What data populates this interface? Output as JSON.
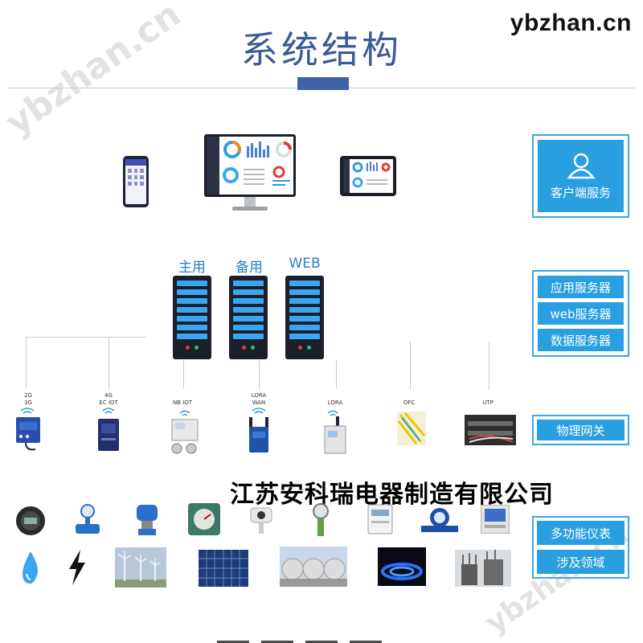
{
  "brand": "ybzhan.cn",
  "watermark": "ybzhan.cn",
  "title": "系统结构",
  "client_layer": {
    "label": "客户端服务",
    "icon": "user-icon"
  },
  "servers": [
    {
      "label": "主用"
    },
    {
      "label": "备用"
    },
    {
      "label": "WEB"
    }
  ],
  "server_layer": {
    "items": [
      "应用服务器",
      "web服务器",
      "数据服务器"
    ]
  },
  "gateways": [
    {
      "label_line1": "2G",
      "label_line2": "3G"
    },
    {
      "label_line1": "4G",
      "label_line2": "EC IOT"
    },
    {
      "label_line1": "NB IOT",
      "label_line2": ""
    },
    {
      "label_line1": "LORA",
      "label_line2": "WAN"
    },
    {
      "label_line1": "LORA",
      "label_line2": ""
    },
    {
      "label_line1": "OFC",
      "label_line2": ""
    },
    {
      "label_line1": "UTP",
      "label_line2": ""
    }
  ],
  "gateway_layer": {
    "label": "物理网关"
  },
  "company_overlay": "江苏安科瑞电器制造有限公司",
  "instrument_layer": {
    "label": "多功能仪表"
  },
  "domain_layer": {
    "label": "涉及领域"
  },
  "colors": {
    "title": "#3a5a98",
    "accent": "#2a9fe0",
    "server_slot": "#3aa6f2"
  }
}
